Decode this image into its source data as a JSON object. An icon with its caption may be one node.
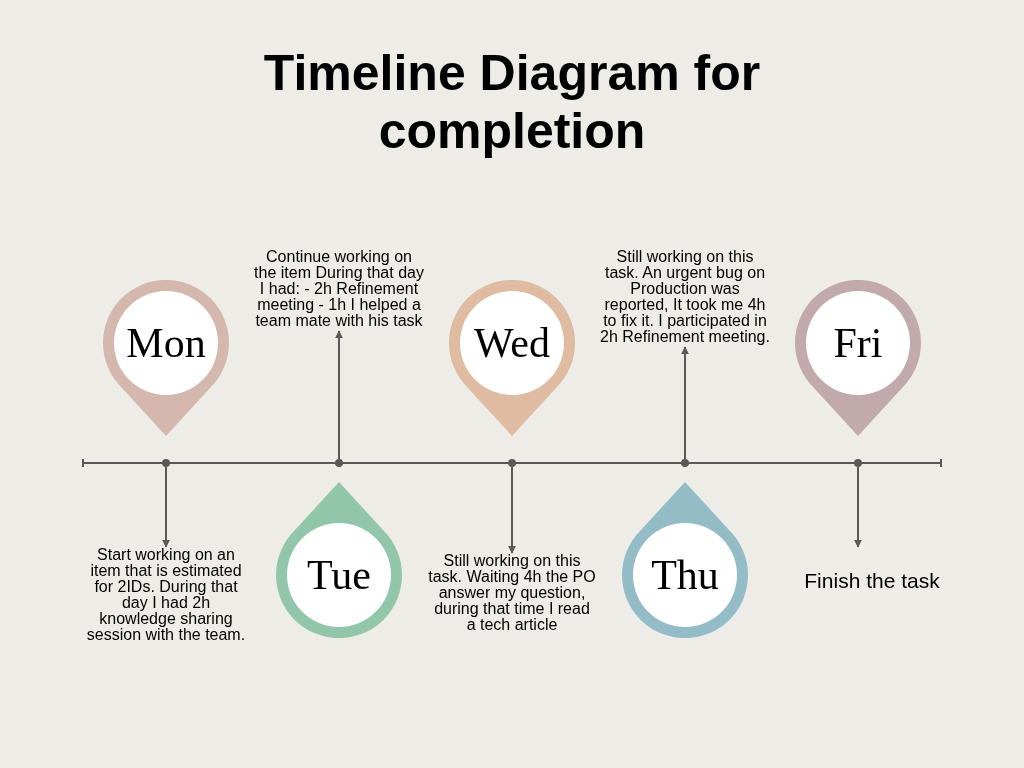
{
  "diagram": {
    "title": "Timeline Diagram for completion",
    "nodes": [
      {
        "text": [
          "Mon"
        ]
      },
      {
        "text": [
          "Continue working on the item During that day I had: - 2h Refinement meeting - 1h I helped a team mate with his task"
        ]
      },
      {
        "text": [
          "Wed"
        ]
      },
      {
        "text": [
          "Still working on this task. An urgent bug on Production was reported, It took me 4h to fix it. I participated in 2h Refinement meeting."
        ]
      },
      {
        "text": [
          "Fri"
        ]
      },
      {
        "text": [
          "Start working on an item that is estimated for 2IDs. During that day I had 2h knowledge sharing session with the team."
        ]
      },
      {
        "text": [
          "Tue"
        ]
      },
      {
        "text": [
          "Still working on this task. Waiting 4h the PO answer my question, during that time I read a tech article"
        ]
      },
      {
        "text": [
          "Thu"
        ]
      },
      {
        "text": [
          "Finish the task"
        ]
      }
    ],
    "edges": [
      {
        "from": null,
        "to": 5,
        "arrow": "to"
      },
      {
        "from": null,
        "to": 1,
        "arrow": "to"
      },
      {
        "from": null,
        "to": 7,
        "arrow": "to"
      },
      {
        "from": null,
        "to": 3,
        "arrow": "to"
      },
      {
        "from": null,
        "to": 9,
        "arrow": "to"
      }
    ]
  }
}
